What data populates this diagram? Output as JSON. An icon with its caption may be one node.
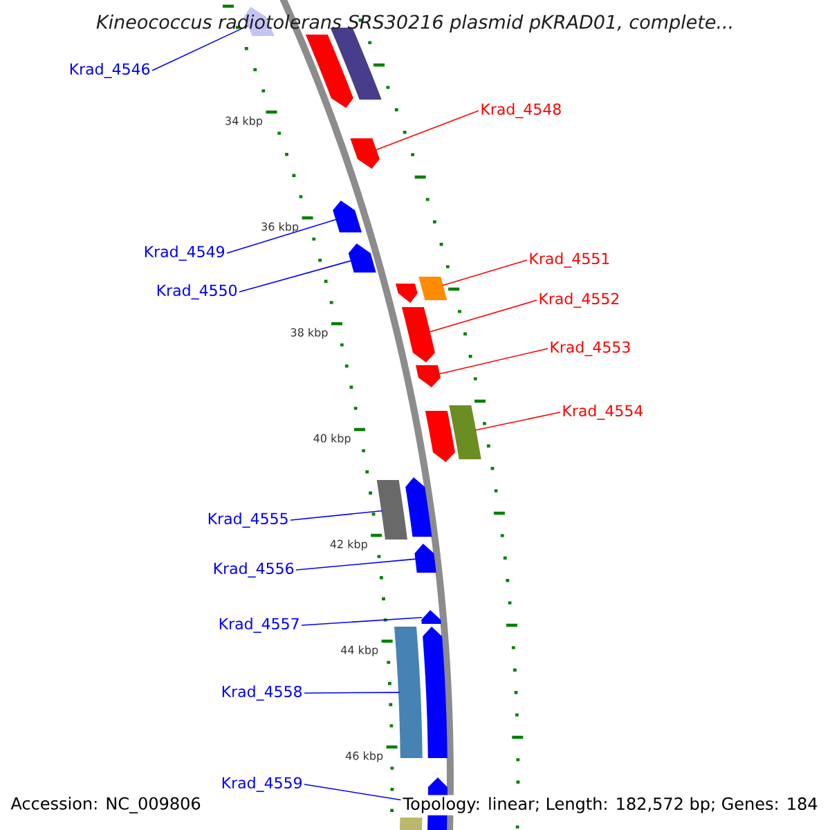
{
  "diagram": {
    "title": "Kineococcus radiotolerans SRS30216 plasmid pKRAD01, complete...",
    "nodes": [
      {
        "text": [
          "Krad_4546"
        ]
      },
      {
        "text": [
          "Krad_4548"
        ]
      },
      {
        "text": [
          "Krad_4549"
        ]
      },
      {
        "text": [
          "Krad_4550"
        ]
      },
      {
        "text": [
          "Krad_4551"
        ]
      },
      {
        "text": [
          "Krad_4552"
        ]
      },
      {
        "text": [
          "Krad_4553"
        ]
      },
      {
        "text": [
          "Krad_4554"
        ]
      },
      {
        "text": [
          "Krad_4555"
        ]
      },
      {
        "text": [
          "Krad_4556"
        ]
      },
      {
        "text": [
          "Krad_4557"
        ]
      },
      {
        "text": [
          "Krad_4558"
        ]
      },
      {
        "text": [
          "Krad_4559"
        ]
      },
      {
        "text": [],
        "shape": "pentagon"
      },
      {
        "text": [],
        "shape": "bar"
      },
      {
        "text": [],
        "shape": "pentagon"
      },
      {
        "text": [],
        "shape": "pentagon"
      },
      {
        "text": [],
        "shape": "pentagon"
      },
      {
        "text": [],
        "shape": "pentagon"
      },
      {
        "text": [],
        "shape": "bar"
      },
      {
        "text": [],
        "shape": "pentagon"
      },
      {
        "text": [],
        "shape": "pentagon"
      },
      {
        "text": [],
        "shape": "pentagon"
      },
      {
        "text": [],
        "shape": "bar"
      },
      {
        "text": [],
        "shape": "pentagon"
      },
      {
        "text": [],
        "shape": "pentagon"
      },
      {
        "text": [],
        "shape": "bar"
      },
      {
        "text": [],
        "shape": "pentagon"
      },
      {
        "text": [],
        "shape": "pentagon"
      },
      {
        "text": [],
        "shape": "pentagon"
      },
      {
        "text": [],
        "shape": "bar"
      },
      {
        "text": [],
        "shape": "pentagon"
      },
      {
        "text": [],
        "shape": "bar"
      }
    ],
    "edges": [
      {
        "from": 0,
        "to": 13,
        "arrow": "none"
      },
      {
        "from": 1,
        "to": 16,
        "arrow": "none",
        "color": "#ff0000"
      },
      {
        "from": 2,
        "to": 17,
        "arrow": "none"
      },
      {
        "from": 3,
        "to": 18,
        "arrow": "none"
      },
      {
        "from": 4,
        "to": 19,
        "arrow": "none",
        "color": "#ff0000"
      },
      {
        "from": 5,
        "to": 21,
        "arrow": "none",
        "color": "#ff0000"
      },
      {
        "from": 6,
        "to": 22,
        "arrow": "none",
        "color": "#ff0000"
      },
      {
        "from": 7,
        "to": 23,
        "arrow": "none",
        "color": "#ff0000"
      },
      {
        "from": 8,
        "to": 26,
        "arrow": "none"
      },
      {
        "from": 9,
        "to": 27,
        "arrow": "none"
      },
      {
        "from": 10,
        "to": 28,
        "arrow": "none"
      },
      {
        "from": 11,
        "to": 30,
        "arrow": "none"
      },
      {
        "from": 12,
        "to": 31,
        "arrow": "none"
      }
    ],
    "labels": [
      "34 kbp",
      "36 kbp",
      "38 kbp",
      "40 kbp",
      "42 kbp",
      "44 kbp",
      "46 kbp",
      "Accession: NC_009806",
      "Topology: linear; Length: 182,572 bp; Genes: 184"
    ]
  }
}
